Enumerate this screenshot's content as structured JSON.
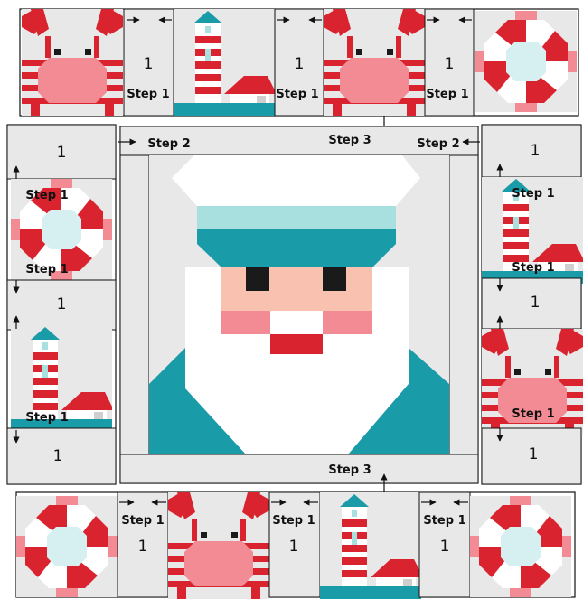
{
  "labels": {
    "step1": "Step 1",
    "step2": "Step 2",
    "step3": "Step 3",
    "count": "1"
  },
  "colors": {
    "red": "#d9232e",
    "pink": "#f28b93",
    "teal": "#1a9ba8",
    "aqua": "#a8e0e0",
    "lightblue": "#d6eff0",
    "gray": "#e8e8e8",
    "skin": "#f9c1b0",
    "dark": "#1a1a1a",
    "white": "#ffffff"
  },
  "blocks": {
    "top_row": [
      "crab-block",
      "lighthouse-block",
      "crab-block",
      "life-ring-block"
    ],
    "left_column": [
      "life-ring-block",
      "lighthouse-block"
    ],
    "right_column": [
      "lighthouse-block",
      "crab-block"
    ],
    "bottom_row": [
      "life-ring-block",
      "crab-block",
      "lighthouse-block",
      "life-ring-block"
    ],
    "center": "sailor-santa-block"
  }
}
